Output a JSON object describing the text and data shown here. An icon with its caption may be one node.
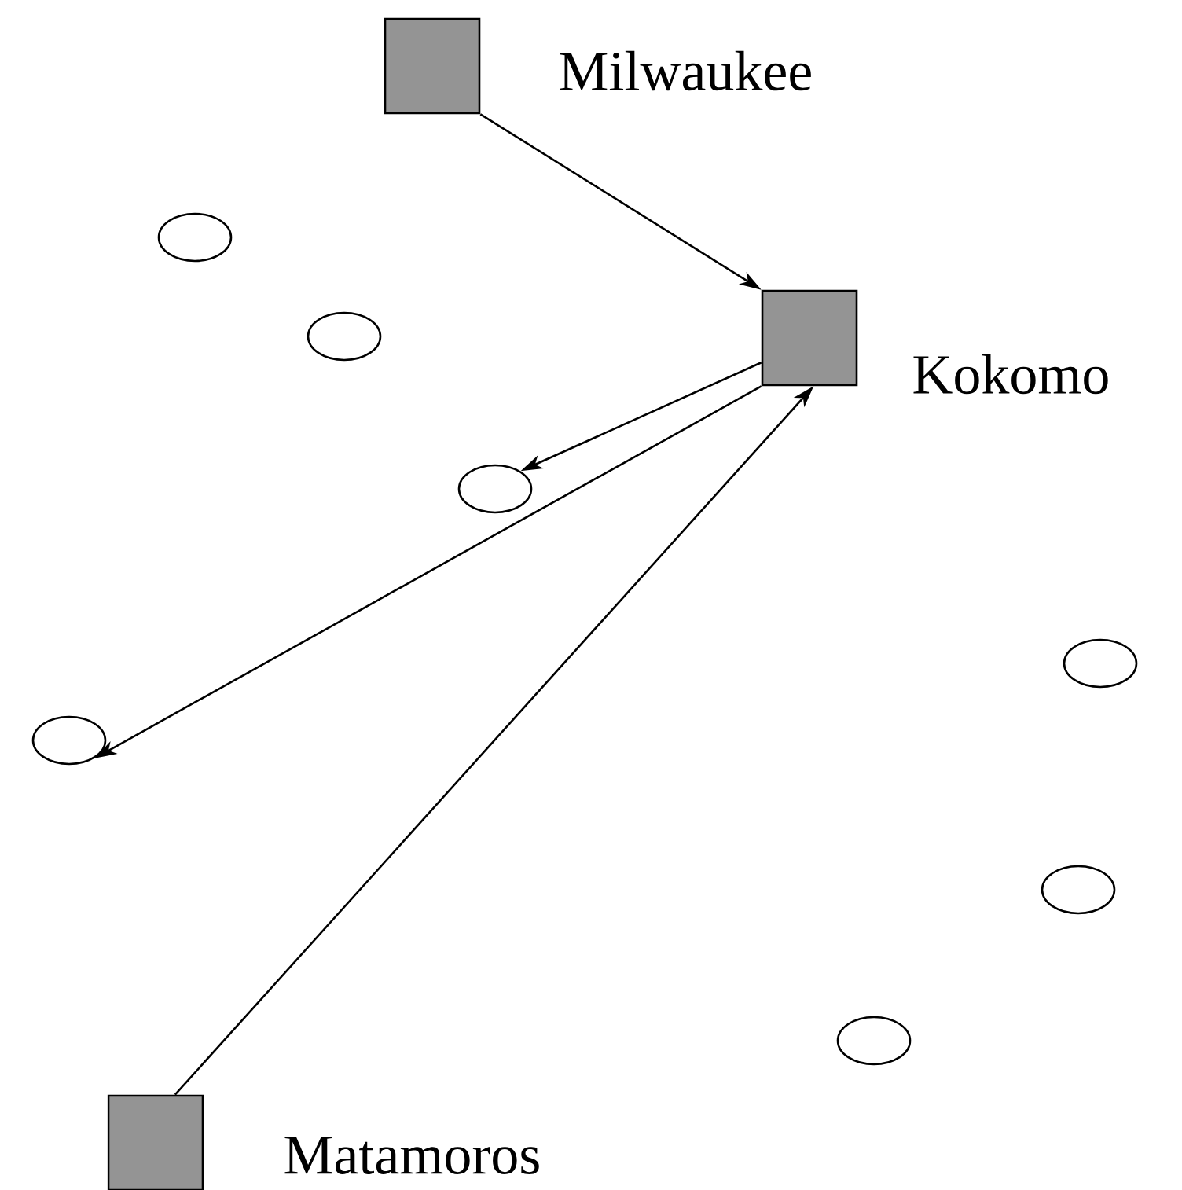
{
  "diagram": {
    "nodes": [
      {
        "text": [],
        "shape": "box",
        "beside": [
          "Milwaukee"
        ]
      },
      {
        "text": [],
        "shape": "ellipse"
      },
      {
        "text": [],
        "shape": "ellipse"
      },
      {
        "text": [],
        "shape": "box",
        "beside": [
          "Kokomo"
        ]
      },
      {
        "text": [],
        "shape": "ellipse"
      },
      {
        "text": [],
        "shape": "ellipse"
      },
      {
        "text": [],
        "shape": "ellipse"
      },
      {
        "text": [],
        "shape": "ellipse"
      },
      {
        "text": [],
        "shape": "ellipse"
      },
      {
        "text": [],
        "shape": "box",
        "beside": [
          "Matamoros"
        ]
      }
    ],
    "edges": [
      {
        "from": 0,
        "to": 3,
        "arrow": "to"
      },
      {
        "from": 3,
        "to": 4,
        "arrow": "to"
      },
      {
        "from": 3,
        "to": 6,
        "arrow": "to"
      },
      {
        "from": 9,
        "to": 3,
        "arrow": "to"
      }
    ]
  }
}
